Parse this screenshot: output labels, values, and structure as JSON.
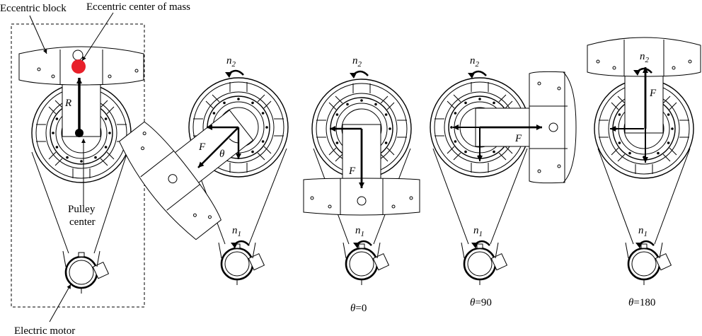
{
  "labels": {
    "eccentric_block": "Eccentric block",
    "eccentric_center_of_mass": "Eccentric center of mass",
    "radius": "R",
    "pulley_center_line1": "Pulley",
    "pulley_center_line2": "center",
    "electric_motor": "Electric motor"
  },
  "symbols": {
    "n2": "n",
    "n2_sub": "2",
    "n1": "n",
    "n1_sub": "1",
    "force": "F",
    "theta": "θ"
  },
  "captions": {
    "theta0": "=0",
    "theta90": "=90",
    "theta180": "=180"
  },
  "colors": {
    "mass_center": "#e8202a",
    "line": "#000000",
    "background": "#ffffff"
  }
}
